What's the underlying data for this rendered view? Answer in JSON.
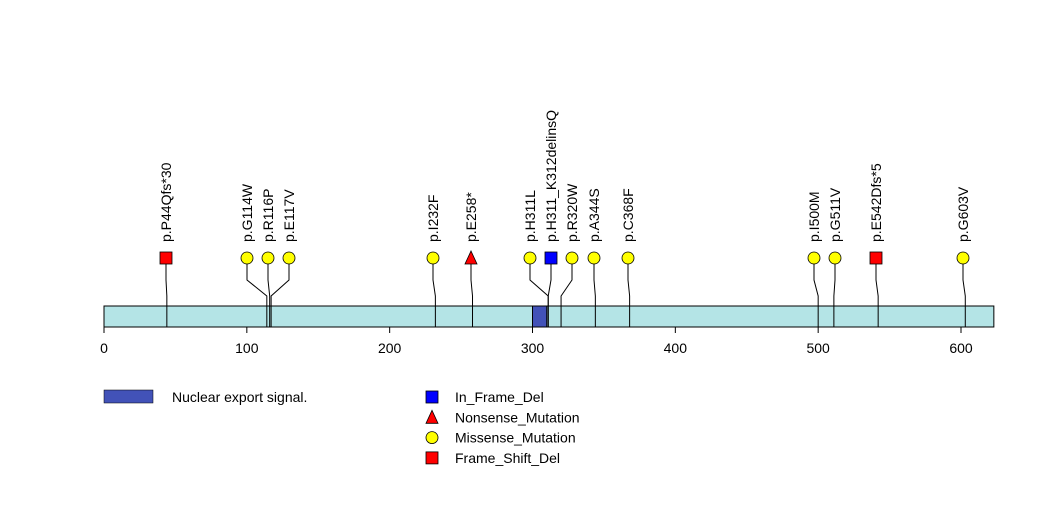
{
  "chart_data": {
    "type": "lollipop",
    "protein_length": 623,
    "axis": {
      "ticks": [
        0,
        100,
        200,
        300,
        400,
        500,
        600
      ],
      "xlim": [
        0,
        623
      ]
    },
    "domains": [
      {
        "name": "Nuclear export signal.",
        "start": 300,
        "end": 310,
        "color": "#4252b8"
      }
    ],
    "mutations": [
      {
        "label": "p.P44Qfs*30",
        "position": 44,
        "type": "Frame_Shift_Del"
      },
      {
        "label": "p.G114W",
        "position": 114,
        "type": "Missense_Mutation"
      },
      {
        "label": "p.R116P",
        "position": 116,
        "type": "Missense_Mutation"
      },
      {
        "label": "p.E117V",
        "position": 117,
        "type": "Missense_Mutation"
      },
      {
        "label": "p.I232F",
        "position": 232,
        "type": "Missense_Mutation"
      },
      {
        "label": "p.E258*",
        "position": 258,
        "type": "Nonsense_Mutation"
      },
      {
        "label": "p.H311L",
        "position": 311,
        "type": "Missense_Mutation"
      },
      {
        "label": "p.H311_K312delinsQ",
        "position": 311,
        "type": "In_Frame_Del"
      },
      {
        "label": "p.R320W",
        "position": 320,
        "type": "Missense_Mutation"
      },
      {
        "label": "p.A344S",
        "position": 344,
        "type": "Missense_Mutation"
      },
      {
        "label": "p.C368F",
        "position": 368,
        "type": "Missense_Mutation"
      },
      {
        "label": "p.I500M",
        "position": 500,
        "type": "Missense_Mutation"
      },
      {
        "label": "p.G511V",
        "position": 511,
        "type": "Missense_Mutation"
      },
      {
        "label": "p.E542Dfs*5",
        "position": 542,
        "type": "Frame_Shift_Del"
      },
      {
        "label": "p.G603V",
        "position": 603,
        "type": "Missense_Mutation"
      }
    ],
    "legend": {
      "domains": [
        {
          "label": "Nuclear export signal.",
          "color": "#4252b8"
        }
      ],
      "mutation_types": [
        {
          "label": "In_Frame_Del",
          "shape": "square",
          "color": "#0000ff"
        },
        {
          "label": "Nonsense_Mutation",
          "shape": "triangle",
          "color": "#ff0000"
        },
        {
          "label": "Missense_Mutation",
          "shape": "circle",
          "color": "#ffff00"
        },
        {
          "label": "Frame_Shift_Del",
          "shape": "square",
          "color": "#ff0000"
        }
      ]
    },
    "backbone_color": "#b4e4e6"
  }
}
